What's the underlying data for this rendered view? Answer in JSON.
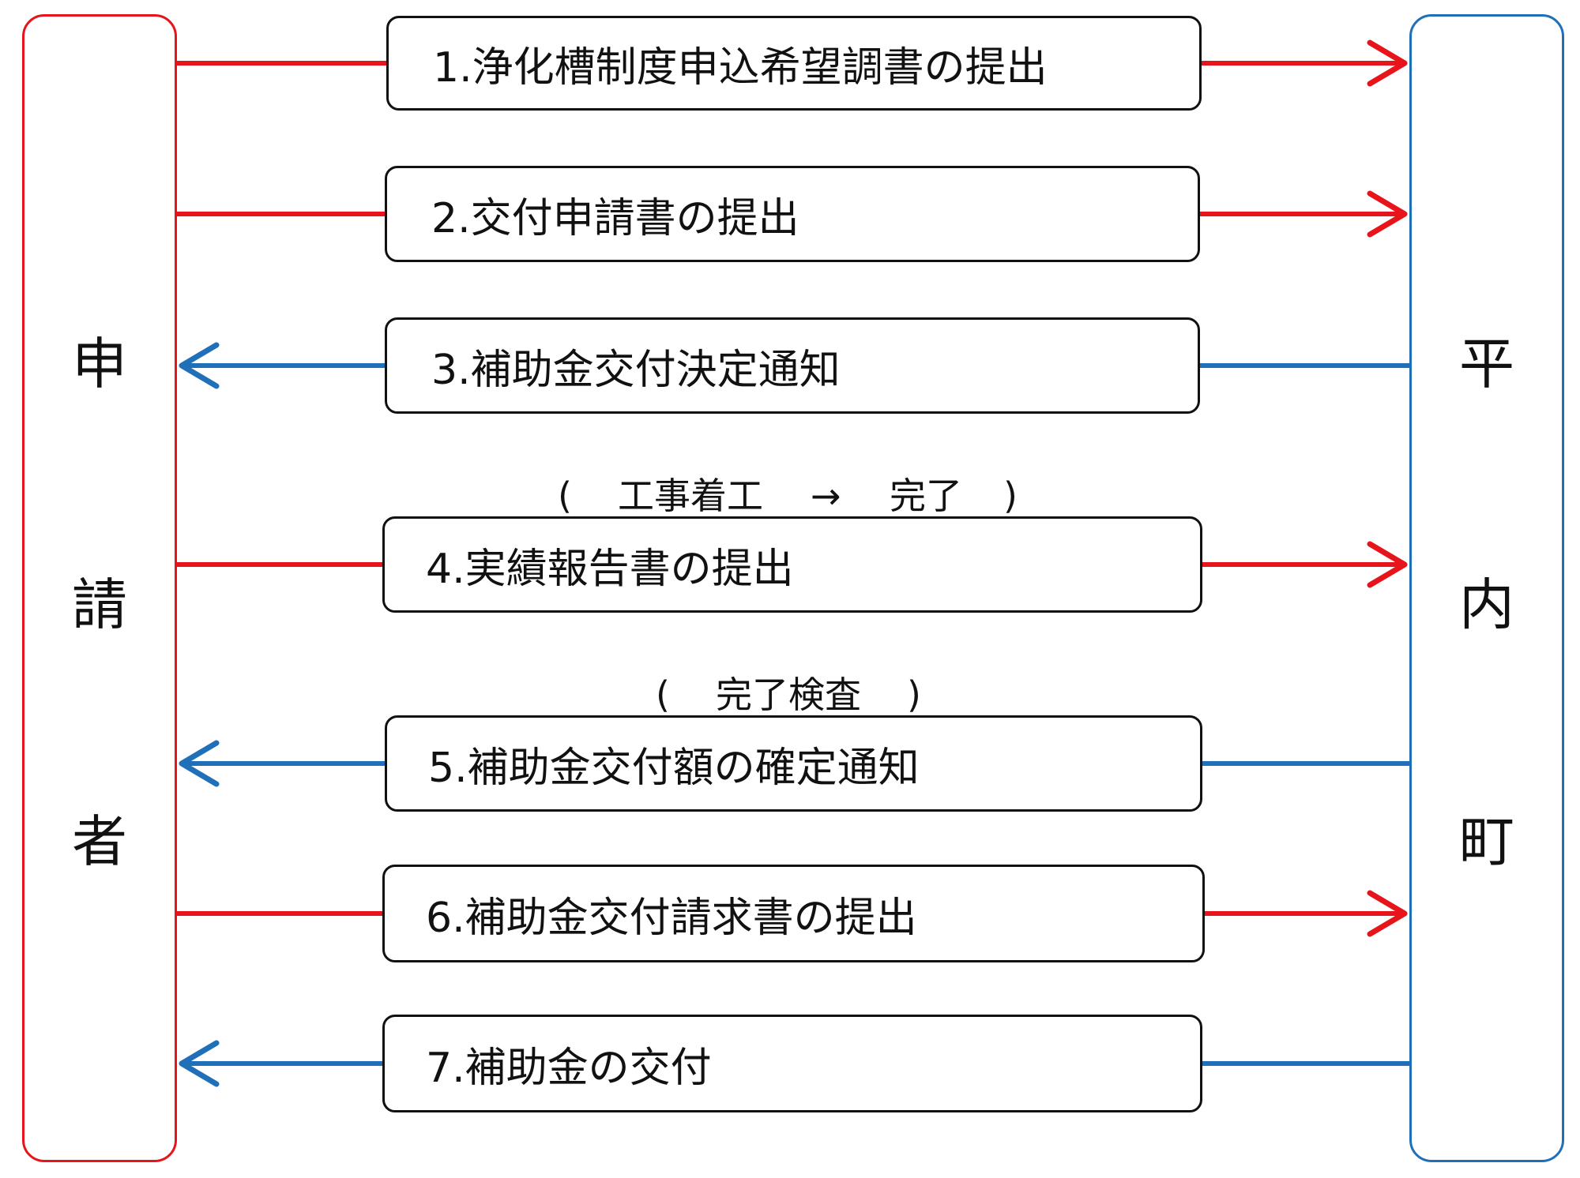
{
  "applicant": {
    "chars": [
      "申",
      "請",
      "者"
    ],
    "color": "#e8141b"
  },
  "town": {
    "chars": [
      "平",
      "内",
      "町"
    ],
    "color": "#1f6fb9"
  },
  "steps": [
    {
      "label": "1.浄化槽制度申込希望調書の提出",
      "direction": "to-town"
    },
    {
      "label": "2.交付申請書の提出",
      "direction": "to-town"
    },
    {
      "label": "3.補助金交付決定通知",
      "direction": "to-applicant"
    },
    {
      "label": "4.実績報告書の提出",
      "direction": "to-town"
    },
    {
      "label": "5.補助金交付額の確定通知",
      "direction": "to-applicant"
    },
    {
      "label": "6.補助金交付請求書の提出",
      "direction": "to-town"
    },
    {
      "label": "7.補助金の交付",
      "direction": "to-applicant"
    }
  ],
  "notes": [
    {
      "open": "(",
      "text": "工事着工",
      "arrow": "→",
      "text2": "完了",
      "close": ")"
    },
    {
      "open": "(",
      "text": "完了検査",
      "close": ")"
    }
  ],
  "colors": {
    "to_town": "#e8141b",
    "to_applicant": "#1f6fb9",
    "box_border": "#111111"
  }
}
